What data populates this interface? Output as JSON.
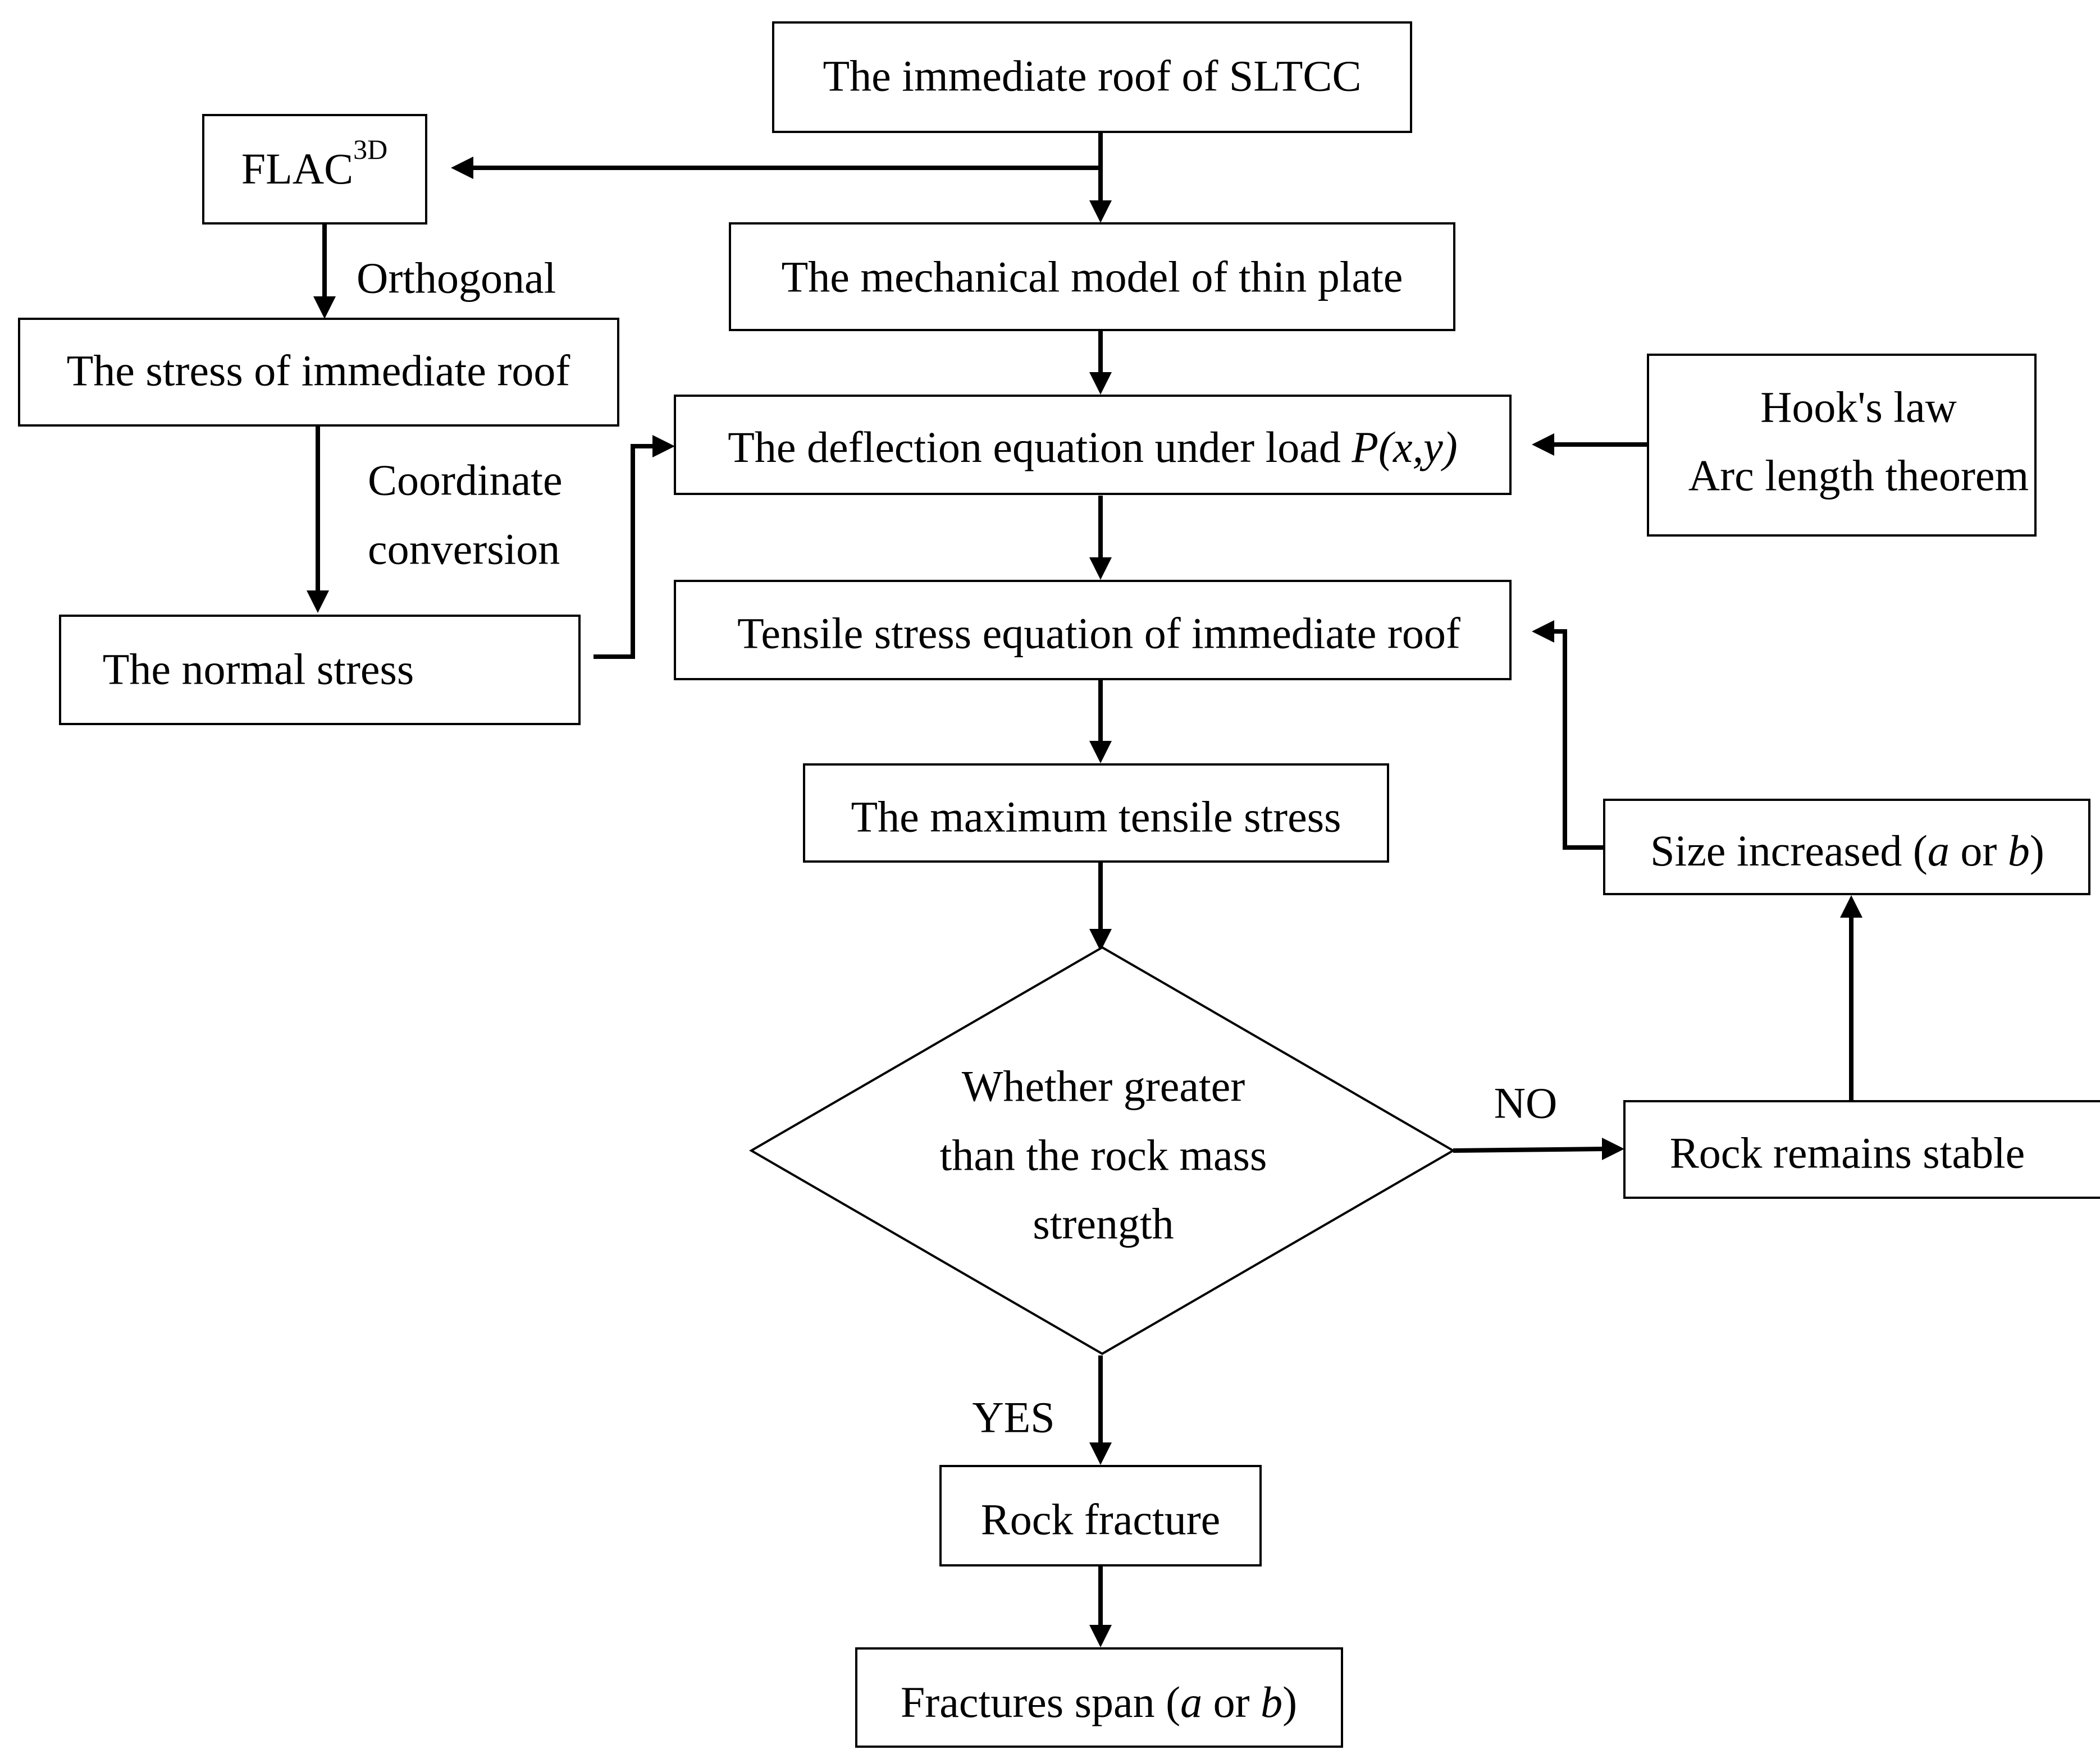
{
  "nodes": {
    "immediate_roof": "The immediate roof of SLTCC",
    "flac_main": "FLAC",
    "flac_sup": "3D",
    "mechanical_model": "The mechanical model of thin plate",
    "stress_immediate_roof": "The stress of immediate roof",
    "deflection_prefix": "The deflection equation under load ",
    "deflection_load": "P(x,y)",
    "hooks_law": "Hook's law",
    "arc_length": "Arc length theorem",
    "normal_stress": "The normal stress",
    "tensile_equation": "Tensile stress equation of immediate roof",
    "max_tensile": "The maximum tensile stress",
    "size_prefix": "Size increased (",
    "size_a": "a",
    "size_or": " or ",
    "size_b": "b",
    "size_suffix": ")",
    "decision_line1": "Whether greater",
    "decision_line2": "than the rock mass",
    "decision_line3": "strength",
    "rock_stable": "Rock remains stable",
    "rock_fracture": "Rock fracture",
    "span_prefix": "Fractures span (",
    "span_a": "a",
    "span_or": " or ",
    "span_b": "b",
    "span_suffix": ")"
  },
  "edge_labels": {
    "orthogonal": "Orthogonal",
    "coordinate": "Coordinate",
    "conversion": "conversion",
    "no": "NO",
    "yes": "YES"
  },
  "colors": {
    "stroke": "#000000",
    "background": "#ffffff"
  }
}
